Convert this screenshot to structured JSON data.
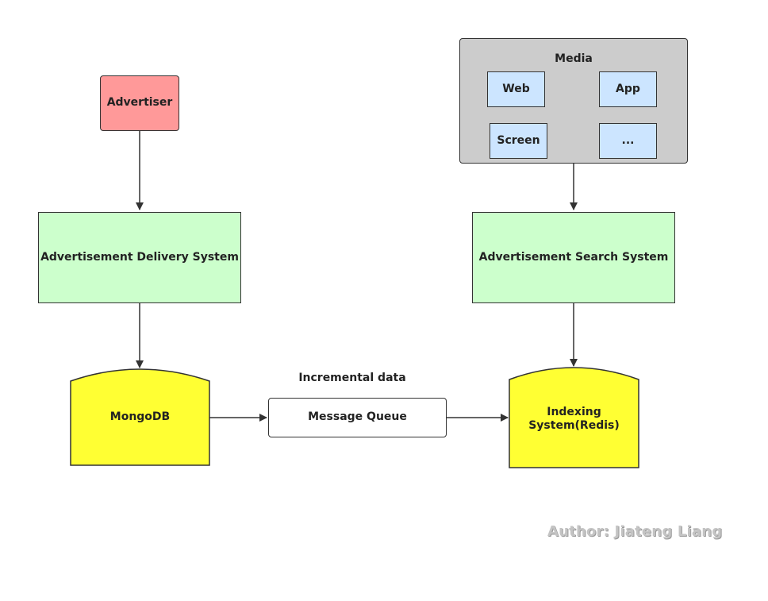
{
  "nodes": {
    "advertiser": "Advertiser",
    "delivery_system": "Advertisement Delivery System",
    "mongodb": "MongoDB",
    "message_queue": "Message Queue",
    "incremental_label": "Incremental data",
    "indexing": "Indexing System(Redis)",
    "search_system": "Advertisement Search System",
    "media": {
      "title": "Media",
      "items": [
        "Web",
        "App",
        "Screen",
        "..."
      ]
    }
  },
  "author": "Author: Jiateng Liang",
  "colors": {
    "advertiser": "#ff9999",
    "system": "#ccffcc",
    "storage": "#ffff33",
    "media_bg": "#cccccc",
    "media_item": "#cce5ff"
  }
}
